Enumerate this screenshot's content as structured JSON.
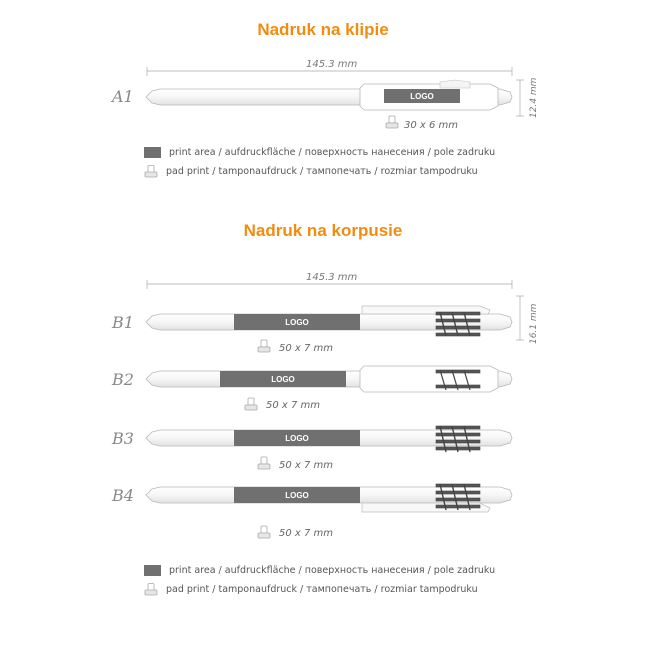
{
  "section1": {
    "title": "Nadruk na klipie",
    "length": "145.3 mm",
    "height": "12.4 mm",
    "pens": [
      {
        "label": "A1",
        "logo": "LOGO",
        "size": "30 x 6 mm"
      }
    ]
  },
  "section2": {
    "title": "Nadruk na korpusie",
    "length": "145.3 mm",
    "height": "16.1 mm",
    "pens": [
      {
        "label": "B1",
        "logo": "LOGO",
        "size": "50 x 7 mm"
      },
      {
        "label": "B2",
        "logo": "LOGO",
        "size": "50 x 7 mm"
      },
      {
        "label": "B3",
        "logo": "LOGO",
        "size": "50 x 7 mm"
      },
      {
        "label": "B4",
        "logo": "LOGO",
        "size": "50 x 7 mm"
      }
    ]
  },
  "legend": {
    "print_area": "print area / aufdruckfläche / поверхность нанесения / pole zadruku",
    "pad_print": "pad print / tamponaufdruck / тампопечать / rozmiar tampodruku"
  },
  "colors": {
    "title": "#f28c0f",
    "print_area": "#707070",
    "pen_outline": "#b8b8b8"
  },
  "icons": {
    "print_area": "gray-swatch",
    "pad_print": "pad-stamp-icon"
  }
}
